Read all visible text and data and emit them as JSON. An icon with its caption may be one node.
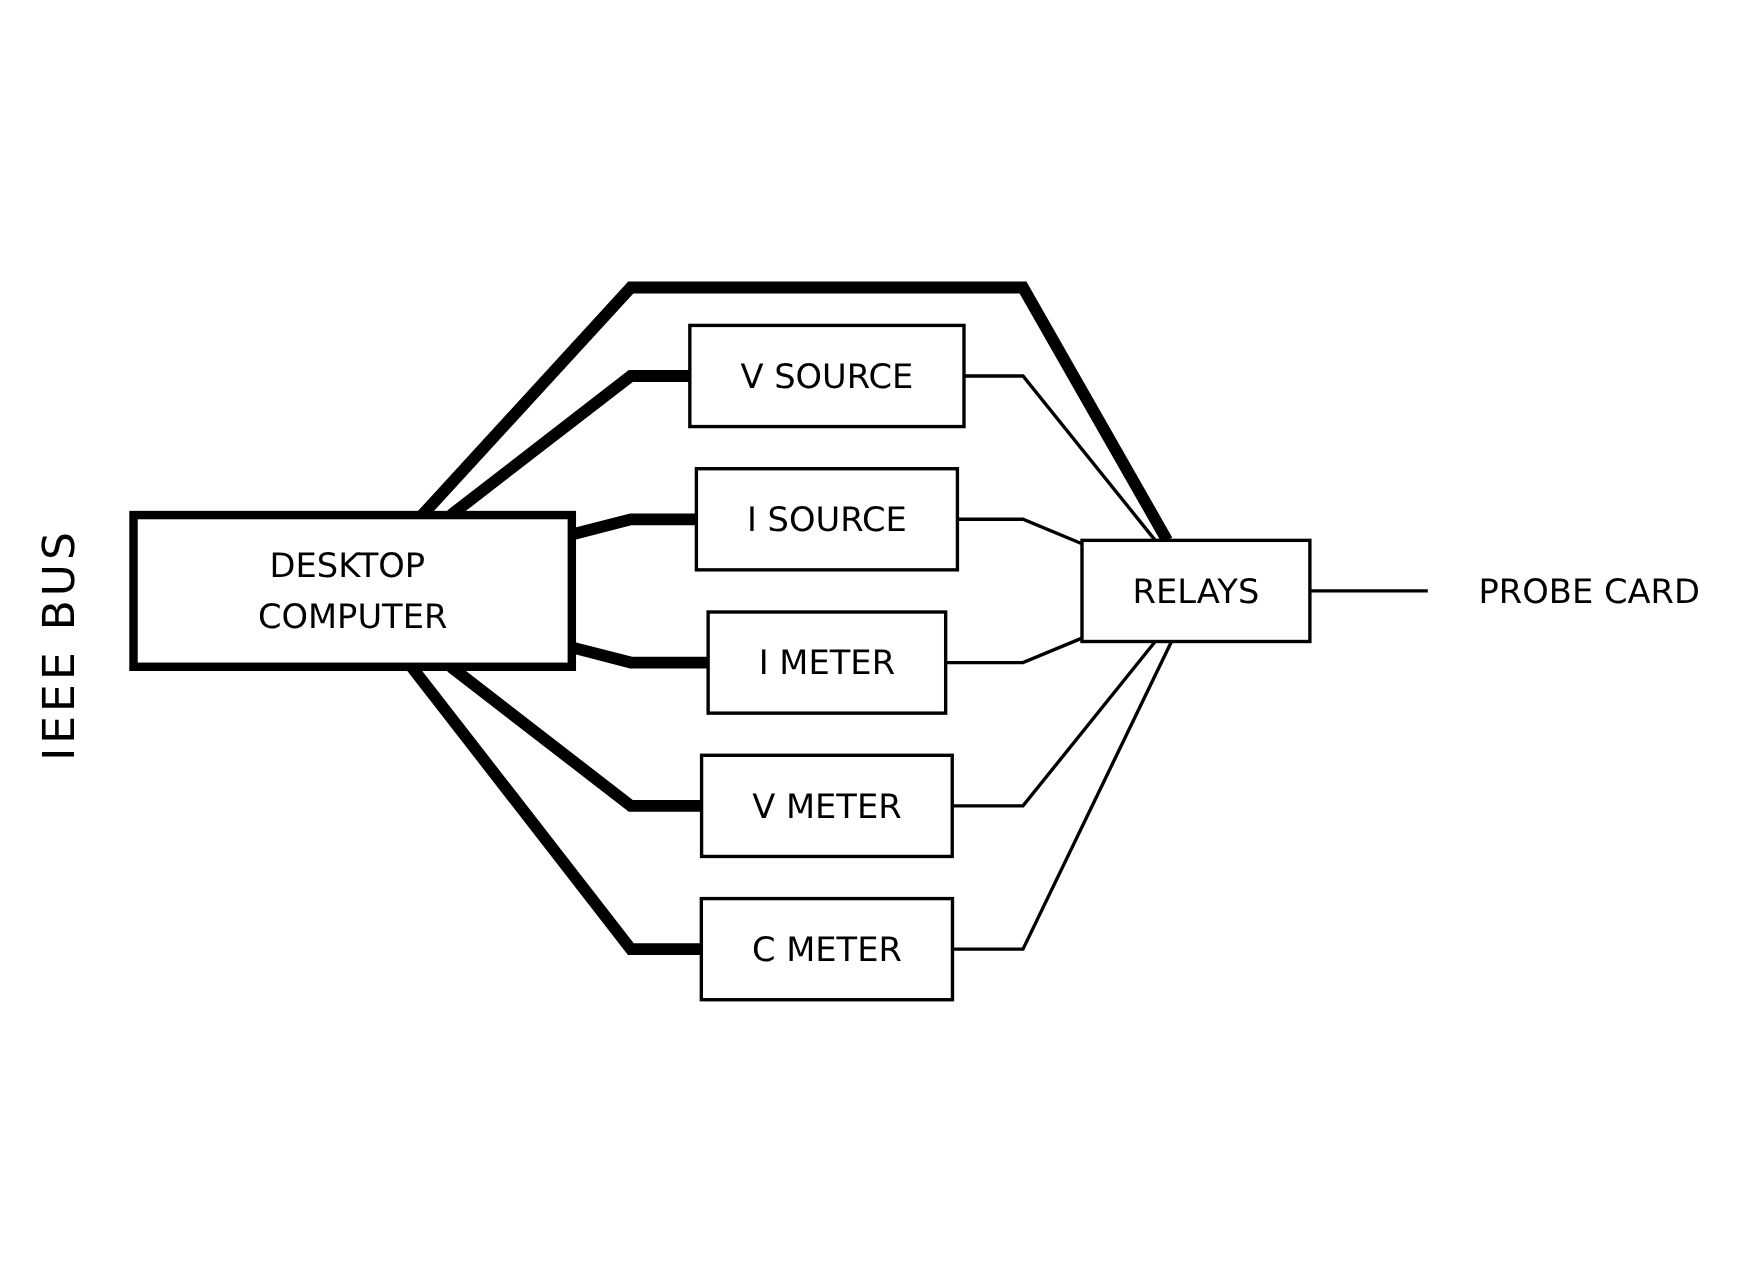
{
  "diagram": {
    "nodes": [
      {
        "text": [
          "DESKTOP COMPUTER"
        ]
      },
      {
        "text": [
          "V SOURCE"
        ]
      },
      {
        "text": [
          "I SOURCE"
        ]
      },
      {
        "text": [
          "I METER"
        ]
      },
      {
        "text": [
          "V METER"
        ]
      },
      {
        "text": [
          "C METER"
        ]
      },
      {
        "text": [
          "RELAYS"
        ]
      },
      {
        "text": [
          "PROBE CARD"
        ]
      }
    ],
    "edges": [
      {
        "from": 0,
        "to": 6,
        "arrow": "none",
        "style": "thick"
      },
      {
        "from": 0,
        "to": 1,
        "arrow": "none",
        "style": "thick"
      },
      {
        "from": 0,
        "to": 2,
        "arrow": "none",
        "style": "thick"
      },
      {
        "from": 0,
        "to": 3,
        "arrow": "none",
        "style": "thick"
      },
      {
        "from": 0,
        "to": 4,
        "arrow": "none",
        "style": "thick"
      },
      {
        "from": 0,
        "to": 5,
        "arrow": "none",
        "style": "thick"
      },
      {
        "from": 1,
        "to": 6,
        "arrow": "none"
      },
      {
        "from": 2,
        "to": 6,
        "arrow": "none"
      },
      {
        "from": 3,
        "to": 6,
        "arrow": "none"
      },
      {
        "from": 4,
        "to": 6,
        "arrow": "none"
      },
      {
        "from": 5,
        "to": 6,
        "arrow": "none"
      },
      {
        "from": 6,
        "to": 7,
        "arrow": "none"
      }
    ],
    "labels": [
      "IEEE BUS"
    ]
  }
}
